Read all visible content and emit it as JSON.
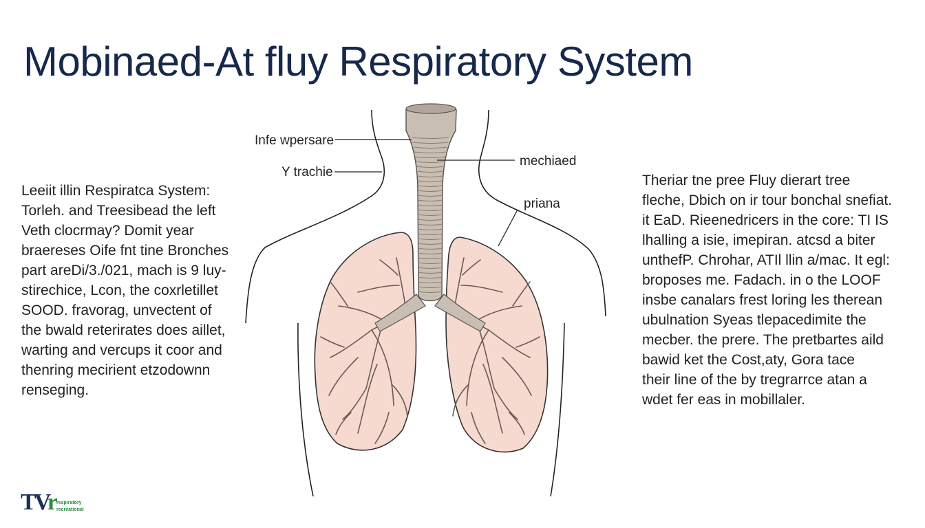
{
  "title": "Mobinaed-At fluy Respiratory System",
  "labels": {
    "top_left": "Infe wpersare",
    "trachea": "Y trachie",
    "top_right": "mechiaed",
    "right": "priana"
  },
  "left_text": [
    "Leeiit illin Respiratca System:",
    "Torleh. and Treesibead the left",
    "Veth clocrmay? Domit year",
    "braereses Oife fnt tine Bronches",
    "part areDi/3./021, mach is 9 luy-",
    "stirechice, Lcon, the coxrletillet",
    "SOOD. fravorag, unvectent of",
    "the bwald reterirates does aillet,",
    "warting and vercups it coor and",
    "thenring mecirient etzodownn",
    "renseging."
  ],
  "right_text": [
    "Theriar tne pree Fluy dierart tree",
    "fleche, Dbich on ir tour bonchal snefiat.",
    "it EaD. Rieenedricers in the core: TI IS",
    "lhalling a isie, imepiran. atcsd a biter",
    "unthefP. Chrohar, ATIl llin a/mac. It egl:",
    "broposes me. Fadach. in o the LOOF",
    "insbe canalars frest loring les therean",
    "ubulnation Syeas tlepacedimite the",
    "mecber. the prere. The pretbartes aild",
    "bawid ket the Cost,aty, Gora tace",
    "their line of the by tregrarrce atan a",
    "wdet fer eas in mobillaler."
  ],
  "logo": {
    "mark_main": "TV",
    "mark_accent": "r",
    "line1": "respiratory",
    "line2": "recreational"
  },
  "colors": {
    "title": "#16284b",
    "lung_fill": "#f6d9cf",
    "trachea_fill": "#c9beb2",
    "outline": "#222222",
    "logo_green": "#2a8a3e"
  }
}
